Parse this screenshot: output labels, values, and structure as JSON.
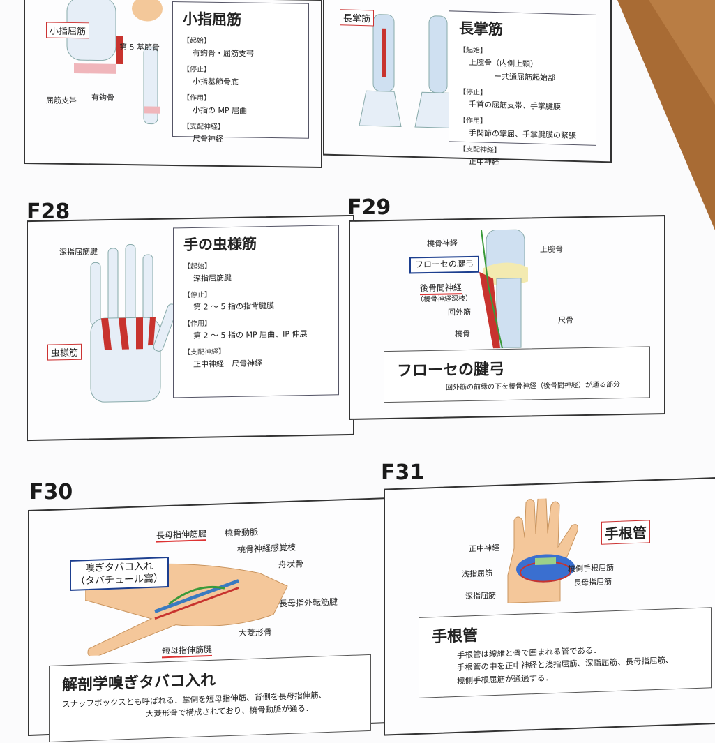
{
  "panels": {
    "top_left": {
      "title": "小指屈筋",
      "sections": [
        {
          "head": "【起始】",
          "values": [
            "有鈎骨・屈筋支帯"
          ]
        },
        {
          "head": "【停止】",
          "values": [
            "小指基節骨底"
          ]
        },
        {
          "head": "【作用】",
          "values": [
            "小指の MP 屈曲"
          ]
        },
        {
          "head": "【支配神経】",
          "values": [
            "尺骨神経"
          ]
        }
      ],
      "labels": {
        "muscle": "小指屈筋",
        "bone5": "第 5 基節骨",
        "retinaculum": "屈筋支帯",
        "hamate": "有鈎骨"
      }
    },
    "top_right": {
      "title": "長掌筋",
      "sections": [
        {
          "head": "【起始】",
          "values": [
            "上腕骨（内側上顆）",
            "ー共通屈筋起始部"
          ]
        },
        {
          "head": "【停止】",
          "values": [
            "手首の屈筋支帯、手掌腱膜"
          ]
        },
        {
          "head": "【作用】",
          "values": [
            "手関節の掌屈、手掌腱膜の緊張"
          ]
        },
        {
          "head": "【支配神経】",
          "values": [
            "正中神経"
          ]
        }
      ],
      "labels": {
        "muscle": "長掌筋"
      }
    },
    "f28": {
      "figure_label": "F28",
      "title": "手の虫様筋",
      "sections": [
        {
          "head": "【起始】",
          "values": [
            "深指屈筋腱"
          ]
        },
        {
          "head": "【停止】",
          "values": [
            "第 2 〜 5 指の指背腱膜"
          ]
        },
        {
          "head": "【作用】",
          "values": [
            "第 2 〜 5 指の MP 屈曲、IP 伸展"
          ]
        },
        {
          "head": "【支配神経】",
          "values": [
            "正中神経　尺骨神経"
          ]
        }
      ],
      "labels": {
        "tendon": "深指屈筋腱",
        "muscle": "虫様筋"
      }
    },
    "f29": {
      "figure_label": "F29",
      "labels": {
        "radial_nerve": "橈骨神経",
        "humerus": "上腕骨",
        "arcade": "フローセの腱弓",
        "pin": "後骨間神経",
        "pin_sub": "（橈骨神経深枝）",
        "supinator": "回外筋",
        "ulna": "尺骨",
        "radius": "橈骨"
      },
      "caption_title": "フローセの腱弓",
      "caption_text": "回外筋の前縁の下を橈骨神経（後骨間神経）が通る部分"
    },
    "f30": {
      "figure_label": "F30",
      "labels": {
        "snuffbox": "嗅ぎタバコ入れ",
        "snuffbox_sub": "（タバチュール窩）",
        "epl": "長母指伸筋腱",
        "radial_artery": "橈骨動脈",
        "superficial_radial": "橈骨神経感覚枝",
        "scaphoid": "舟状骨",
        "apl": "長母指外転筋腱",
        "trapezium": "大菱形骨",
        "epb": "短母指伸筋腱"
      },
      "caption_title": "解剖学嗅ぎタバコ入れ",
      "caption_lines": [
        "スナッフボックスとも呼ばれる．掌側を短母指伸筋、背側を長母指伸筋、",
        "大菱形骨で構成されており、橈骨動脈が通る．"
      ]
    },
    "f31": {
      "figure_label": "F31",
      "labels": {
        "carpal_tunnel": "手根管",
        "median_nerve": "正中神経",
        "fds": "浅指屈筋",
        "fdp": "深指屈筋",
        "fcr": "橈側手根屈筋",
        "fpl": "長母指屈筋"
      },
      "caption_title": "手根管",
      "caption_lines": [
        "手根管は線維と骨で囲まれる管である．",
        "手根管の中を正中神経と浅指屈筋、深指屈筋、長母指屈筋、",
        "橈側手根屈筋が通過する．"
      ]
    }
  },
  "colors": {
    "muscle_red": "#c8332e",
    "bone_blue": "#b8d4ee",
    "nerve_green": "#3a9a3a",
    "label_blue": "#1d3f8f",
    "wood": "#b0753c"
  }
}
